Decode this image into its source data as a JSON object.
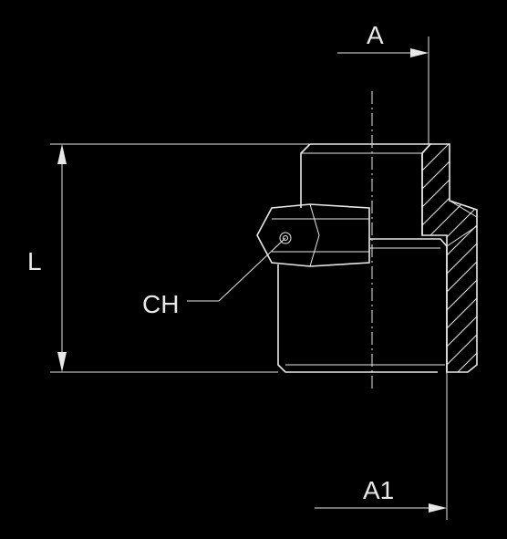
{
  "dimensions": {
    "a_label": "A",
    "a1_label": "A1",
    "l_label": "L",
    "ch_label": "CH"
  },
  "colors": {
    "background": "#000000",
    "lines": "#e8e8e8"
  }
}
